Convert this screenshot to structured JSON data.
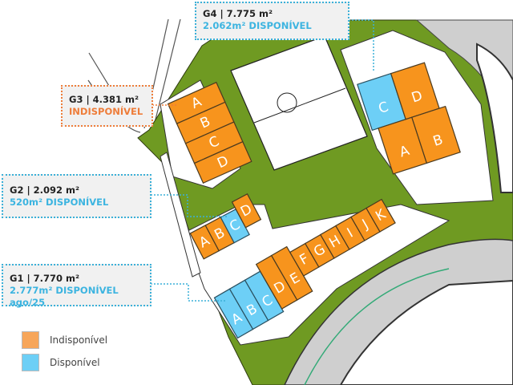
{
  "colors": {
    "unavailable": "#F7941D",
    "available": "#6DCFF6",
    "green_area": "#6F9A22",
    "callout_cyan": "#3BB0D8",
    "callout_orange": "#EE7D3A"
  },
  "callouts": {
    "g4": {
      "title": "G4 | 7.775 m²",
      "status": "2.062m² DISPONÍVEL"
    },
    "g3": {
      "title": "G3 | 4.381 m²",
      "status": "INDISPONÍVEL"
    },
    "g2": {
      "title": "G2 | 2.092 m²",
      "status": "520m² DISPONÍVEL"
    },
    "g1": {
      "title": "G1 | 7.770 m²",
      "status": "2.777m² DISPONÍVEL ago/25"
    }
  },
  "buildings": {
    "g4": [
      {
        "label": "C",
        "status": "available"
      },
      {
        "label": "D",
        "status": "unavailable"
      },
      {
        "label": "A",
        "status": "unavailable"
      },
      {
        "label": "B",
        "status": "unavailable"
      }
    ],
    "g3": [
      {
        "label": "A",
        "status": "unavailable"
      },
      {
        "label": "B",
        "status": "unavailable"
      },
      {
        "label": "C",
        "status": "unavailable"
      },
      {
        "label": "D",
        "status": "unavailable"
      }
    ],
    "g2": [
      {
        "label": "A",
        "status": "unavailable"
      },
      {
        "label": "B",
        "status": "unavailable"
      },
      {
        "label": "C",
        "status": "available"
      },
      {
        "label": "D",
        "status": "unavailable"
      }
    ],
    "g1": [
      {
        "label": "A",
        "status": "available"
      },
      {
        "label": "B",
        "status": "available"
      },
      {
        "label": "C",
        "status": "available"
      },
      {
        "label": "D",
        "status": "unavailable"
      },
      {
        "label": "E",
        "status": "unavailable"
      },
      {
        "label": "F",
        "status": "unavailable"
      },
      {
        "label": "G",
        "status": "unavailable"
      },
      {
        "label": "H",
        "status": "unavailable"
      },
      {
        "label": "I",
        "status": "unavailable"
      },
      {
        "label": "J",
        "status": "unavailable"
      },
      {
        "label": "K",
        "status": "unavailable"
      }
    ]
  },
  "legend": [
    {
      "label": "Indisponível",
      "status": "unavailable"
    },
    {
      "label": "Disponível",
      "status": "available"
    }
  ]
}
